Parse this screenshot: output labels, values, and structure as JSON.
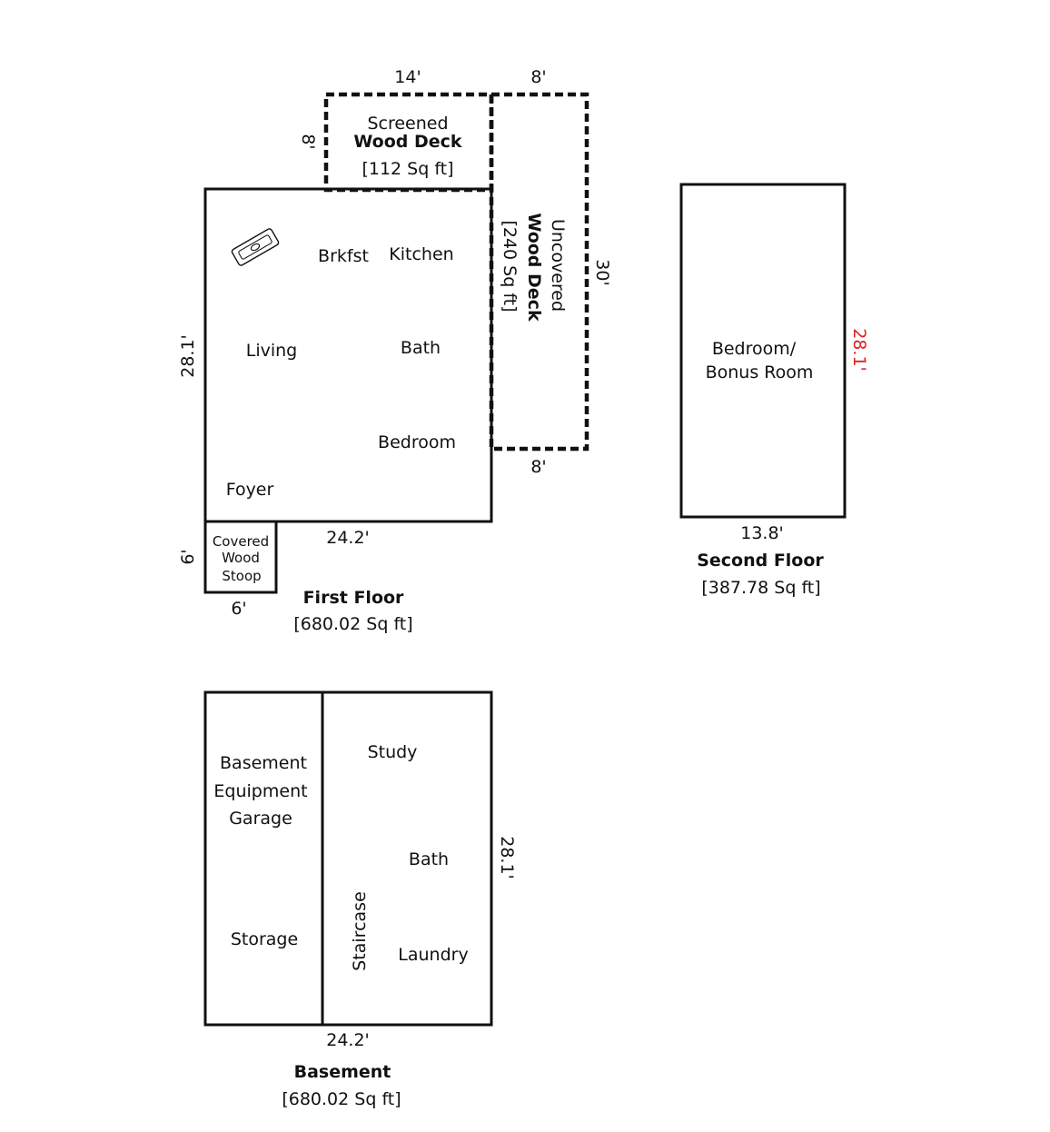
{
  "colors": {
    "line": "#111111",
    "highlight": "#e02020",
    "background": "#ffffff"
  },
  "icons": {
    "fireplace": "fireplace-icon"
  },
  "first_floor": {
    "title": "First Floor",
    "area": "[680.02 Sq ft]",
    "width": "24.2'",
    "depth": "28.1'",
    "rooms": {
      "breakfast": "Brkfst",
      "kitchen": "Kitchen",
      "living": "Living",
      "bath": "Bath",
      "bedroom": "Bedroom",
      "foyer": "Foyer"
    }
  },
  "screened_deck": {
    "line1": "Screened",
    "line2": "Wood Deck",
    "area": "[112 Sq ft]",
    "width": "14'",
    "depth": "8'"
  },
  "uncovered_deck": {
    "line1": "Uncovered",
    "line2": "Wood Deck",
    "area": "[240 Sq ft]",
    "width_top": "8'",
    "width_bottom": "8'",
    "length": "30'"
  },
  "stoop": {
    "line1": "Covered",
    "line2": "Wood",
    "line3": "Stoop",
    "width": "6'",
    "depth": "6'"
  },
  "second_floor": {
    "title": "Second Floor",
    "area": "[387.78 Sq ft]",
    "width": "13.8'",
    "depth": "28.1'",
    "room_line1": "Bedroom/",
    "room_line2": "Bonus Room"
  },
  "basement": {
    "title": "Basement",
    "area": "[680.02 Sq ft]",
    "width": "24.2'",
    "depth": "28.1'",
    "rooms": {
      "line1": "Basement",
      "line2": "Equipment",
      "line3": "Garage",
      "storage": "Storage",
      "staircase": "Staircase",
      "study": "Study",
      "bath": "Bath",
      "laundry": "Laundry"
    }
  }
}
